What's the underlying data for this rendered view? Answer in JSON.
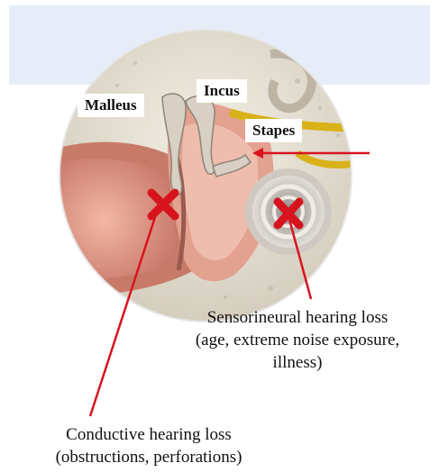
{
  "labels": {
    "malleus": "Malleus",
    "incus": "Incus",
    "stapes": "Stapes"
  },
  "captions": {
    "sensorineural_line1": "Sensorineural hearing loss",
    "sensorineural_line2": "(age, extreme noise exposure,",
    "sensorineural_line3": "illness)",
    "conductive_line1": "Conductive hearing loss",
    "conductive_line2": "(obstructions, perforations)"
  },
  "colors": {
    "marker": "#d7141e",
    "band": "#e7edf8"
  },
  "icons": {
    "loss_marker": "cross-icon"
  }
}
